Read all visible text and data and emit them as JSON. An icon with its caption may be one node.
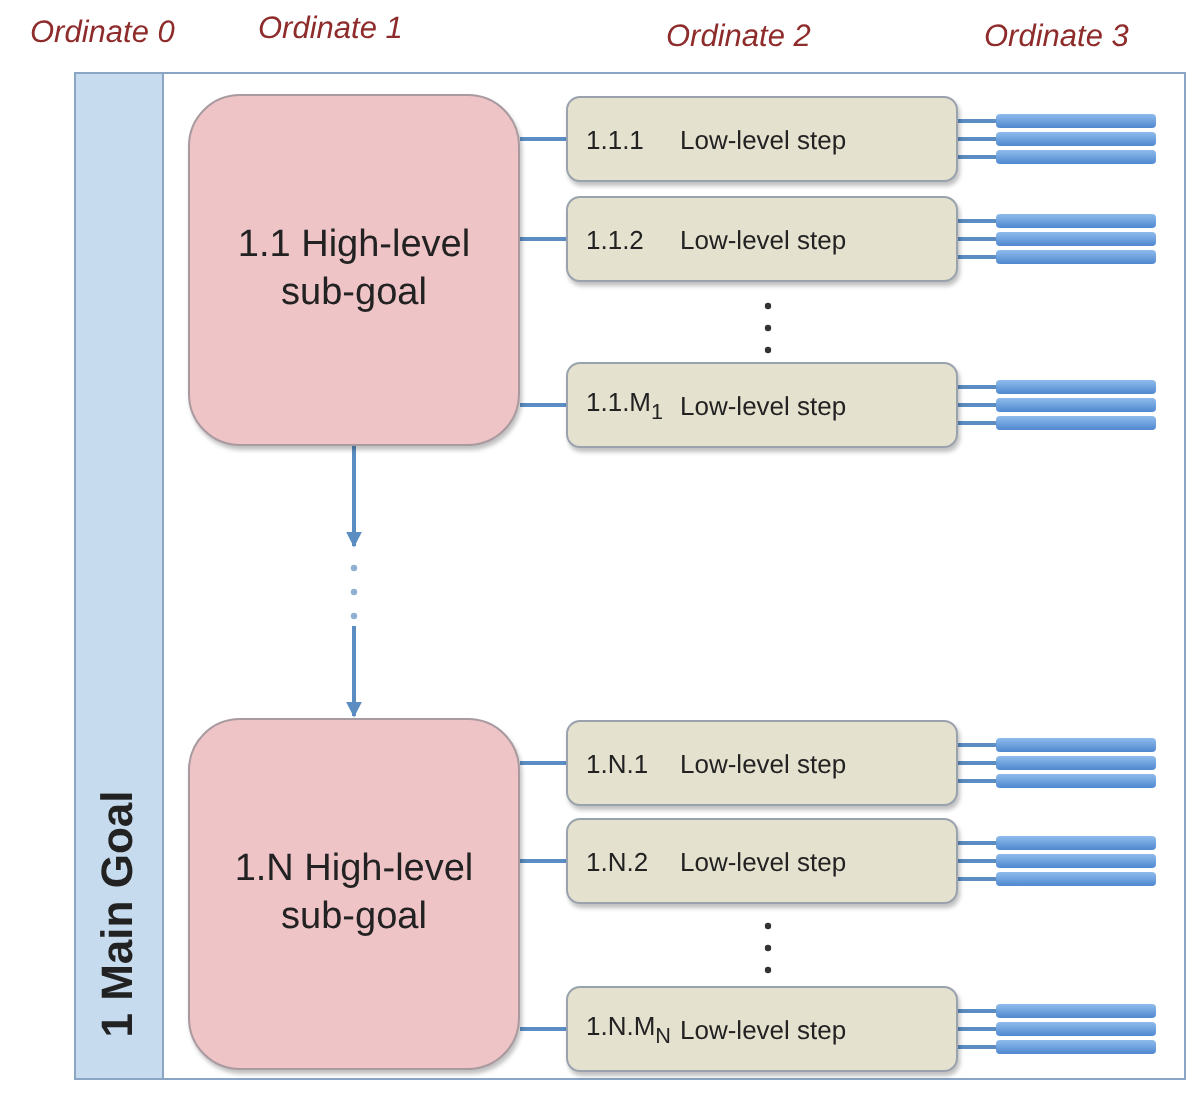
{
  "diagram": {
    "nodes": [
      {
        "text": [
          "1 Main Goal"
        ]
      },
      {
        "text": [
          "1.1 High-level sub-goal"
        ],
        "in": 0
      },
      {
        "text": [
          "1.1.1",
          "Low-level step"
        ],
        "in": 0
      },
      {
        "text": [
          "1.1.2",
          "Low-level step"
        ],
        "in": 0
      },
      {
        "text": [
          "1.1.M$_{1}$",
          "Low-level step"
        ],
        "in": 0
      },
      {
        "text": [
          "1.N High-level sub-goal"
        ],
        "in": 0
      },
      {
        "text": [
          "1.N.1",
          "Low-level step"
        ],
        "in": 0
      },
      {
        "text": [
          "1.N.2",
          "Low-level step"
        ],
        "in": 0
      },
      {
        "text": [
          "1.N.M$_{N}$",
          "Low-level step"
        ],
        "in": 0
      },
      {
        "text": [],
        "shape": "bar",
        "in": 0
      },
      {
        "text": [],
        "shape": "bar",
        "in": 0
      },
      {
        "text": [],
        "shape": "bar",
        "in": 0
      },
      {
        "text": [],
        "shape": "bar",
        "in": 0
      },
      {
        "text": [],
        "shape": "bar",
        "in": 0
      },
      {
        "text": [],
        "shape": "bar",
        "in": 0
      },
      {
        "text": [],
        "shape": "bar",
        "in": 0
      },
      {
        "text": [],
        "shape": "bar",
        "in": 0
      },
      {
        "text": [],
        "shape": "bar",
        "in": 0
      },
      {
        "text": [],
        "shape": "bar",
        "in": 0
      },
      {
        "text": [],
        "shape": "bar",
        "in": 0
      },
      {
        "text": [],
        "shape": "bar",
        "in": 0
      },
      {
        "text": [],
        "shape": "bar",
        "in": 0
      },
      {
        "text": [],
        "shape": "bar",
        "in": 0
      },
      {
        "text": [],
        "shape": "bar",
        "in": 0
      },
      {
        "text": [],
        "shape": "bar",
        "in": 0
      },
      {
        "text": [],
        "shape": "bar",
        "in": 0
      },
      {
        "text": [],
        "shape": "bar",
        "in": 0
      }
    ],
    "edges": [
      {
        "from": 1,
        "to": 2,
        "arrow": "none"
      },
      {
        "from": 1,
        "to": 3,
        "arrow": "none"
      },
      {
        "from": 1,
        "to": 4,
        "arrow": "none"
      },
      {
        "from": 5,
        "to": 6,
        "arrow": "none"
      },
      {
        "from": 5,
        "to": 7,
        "arrow": "none"
      },
      {
        "from": 5,
        "to": 8,
        "arrow": "none"
      },
      {
        "from": 2,
        "to": 9,
        "arrow": "none"
      },
      {
        "from": 2,
        "to": 10,
        "arrow": "none"
      },
      {
        "from": 2,
        "to": 11,
        "arrow": "none"
      },
      {
        "from": 3,
        "to": 12,
        "arrow": "none"
      },
      {
        "from": 3,
        "to": 13,
        "arrow": "none"
      },
      {
        "from": 3,
        "to": 14,
        "arrow": "none"
      },
      {
        "from": 4,
        "to": 15,
        "arrow": "none"
      },
      {
        "from": 4,
        "to": 16,
        "arrow": "none"
      },
      {
        "from": 4,
        "to": 17,
        "arrow": "none"
      },
      {
        "from": 6,
        "to": 18,
        "arrow": "none"
      },
      {
        "from": 6,
        "to": 19,
        "arrow": "none"
      },
      {
        "from": 6,
        "to": 20,
        "arrow": "none"
      },
      {
        "from": 7,
        "to": 21,
        "arrow": "none"
      },
      {
        "from": 7,
        "to": 22,
        "arrow": "none"
      },
      {
        "from": 7,
        "to": 23,
        "arrow": "none"
      },
      {
        "from": 8,
        "to": 24,
        "arrow": "none"
      },
      {
        "from": 8,
        "to": 25,
        "arrow": "none"
      },
      {
        "from": 8,
        "to": 26,
        "arrow": "none"
      },
      {
        "from": 1,
        "to": null,
        "arrow": "to"
      },
      {
        "from": null,
        "to": 5,
        "arrow": "to"
      }
    ],
    "labels": [
      "Ordinate 0",
      "Ordinate 1",
      "Ordinate 2",
      "Ordinate 3"
    ]
  }
}
